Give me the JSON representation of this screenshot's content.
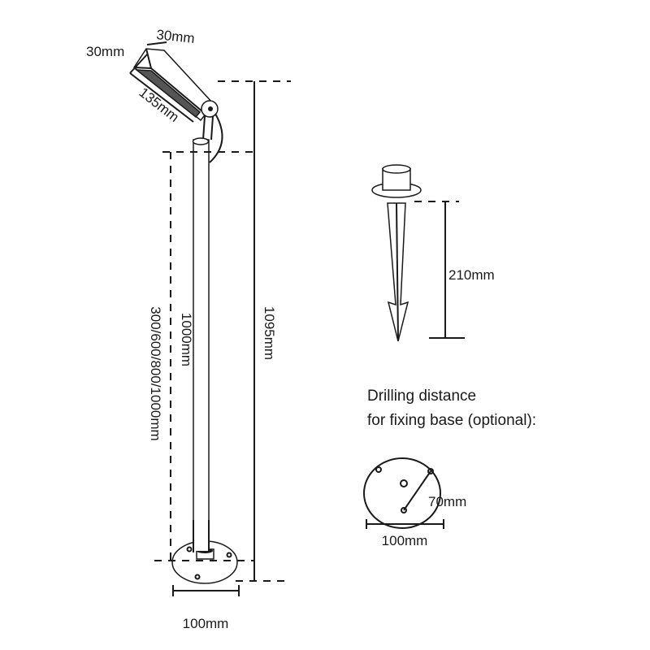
{
  "lamp": {
    "head_width": "30mm",
    "head_height": "30mm",
    "head_length": "135mm",
    "total_height": "1095mm",
    "pole_height": "1000mm",
    "pole_options": "300/600/800/1000mm",
    "base_diameter": "100mm"
  },
  "spike": {
    "length": "210mm"
  },
  "fixing_base": {
    "title_line1": "Drilling distance",
    "title_line2": "for fixing base (optional):",
    "hole_distance": "70mm",
    "diameter": "100mm"
  },
  "colors": {
    "line": "#1a1a1a",
    "background": "#ffffff"
  }
}
